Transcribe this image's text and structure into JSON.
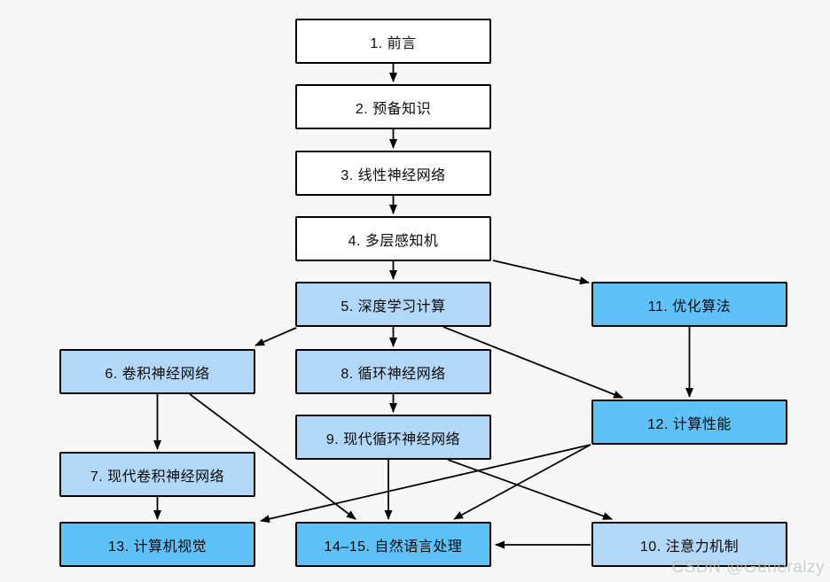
{
  "diagram": {
    "type": "flowchart",
    "description": "Book chapter dependency flowchart (deep learning book organization)",
    "nodes": {
      "n1": {
        "label": "1. 前言",
        "style": "white"
      },
      "n2": {
        "label": "2. 预备知识",
        "style": "white"
      },
      "n3": {
        "label": "3. 线性神经网络",
        "style": "white"
      },
      "n4": {
        "label": "4. 多层感知机",
        "style": "white"
      },
      "n5": {
        "label": "5. 深度学习计算",
        "style": "light"
      },
      "n6": {
        "label": "6. 卷积神经网络",
        "style": "light"
      },
      "n7": {
        "label": "7. 现代卷积神经网络",
        "style": "light"
      },
      "n8": {
        "label": "8. 循环神经网络",
        "style": "light"
      },
      "n9": {
        "label": "9. 现代循环神经网络",
        "style": "light"
      },
      "n10": {
        "label": "10. 注意力机制",
        "style": "light"
      },
      "n11": {
        "label": "11. 优化算法",
        "style": "accent"
      },
      "n12": {
        "label": "12. 计算性能",
        "style": "accent"
      },
      "n13": {
        "label": "13. 计算机视觉",
        "style": "accent"
      },
      "n14_15": {
        "label": "14–15. 自然语言处理",
        "style": "accent"
      }
    },
    "edges": [
      {
        "from": "1",
        "to": "2"
      },
      {
        "from": "2",
        "to": "3"
      },
      {
        "from": "3",
        "to": "4"
      },
      {
        "from": "4",
        "to": "5"
      },
      {
        "from": "4",
        "to": "11"
      },
      {
        "from": "5",
        "to": "6"
      },
      {
        "from": "5",
        "to": "8"
      },
      {
        "from": "5",
        "to": "12"
      },
      {
        "from": "6",
        "to": "7"
      },
      {
        "from": "6",
        "to": "14-15"
      },
      {
        "from": "7",
        "to": "13"
      },
      {
        "from": "8",
        "to": "9"
      },
      {
        "from": "9",
        "to": "10"
      },
      {
        "from": "9",
        "to": "14-15"
      },
      {
        "from": "11",
        "to": "12"
      },
      {
        "from": "12",
        "to": "13"
      },
      {
        "from": "12",
        "to": "14-15"
      },
      {
        "from": "10",
        "to": "14-15"
      }
    ]
  },
  "colors": {
    "background": "#f7f7f7",
    "white_node": "#ffffff",
    "light_node": "#b3d7f6",
    "accent_node": "#5ec1f8",
    "edge": "#000000"
  },
  "watermark": "CSDN @Generalzy"
}
